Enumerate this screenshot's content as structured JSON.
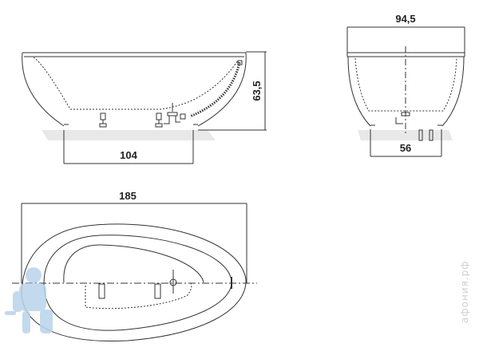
{
  "drawing": {
    "subject": "freestanding bathtub technical drawing",
    "side_view": {
      "base_width_label": "104",
      "height_label": "63,5"
    },
    "end_view": {
      "top_width_label": "94,5",
      "base_width_label": "56"
    },
    "top_view": {
      "length_label": "185"
    },
    "watermark": {
      "text": "афония.рф",
      "icon": "plumber-mascot-icon"
    },
    "colors": {
      "line": "#333333",
      "shadow": "#e6e6e6",
      "mascot": "#b9d3ea",
      "watermark": "#d0d0d0"
    }
  }
}
